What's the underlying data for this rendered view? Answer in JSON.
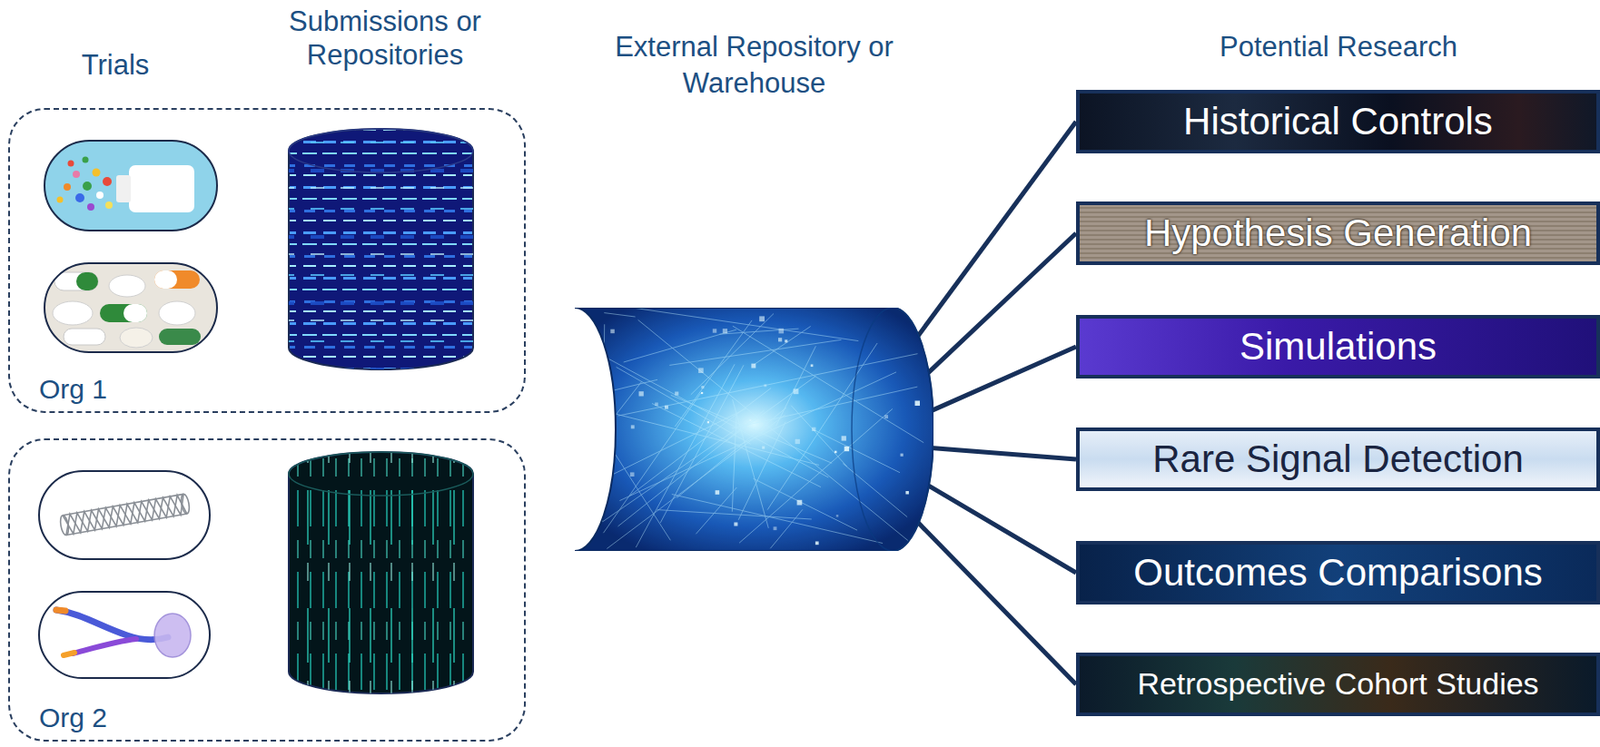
{
  "diagram": {
    "nodes": [
      {
        "text": [
          "Org 1"
        ]
      },
      {
        "text": [
          "Org 2"
        ]
      },
      {
        "text": [
          "External Repository or Warehouse"
        ]
      },
      {
        "text": [
          "Historical Controls"
        ]
      },
      {
        "text": [
          "Hypothesis Generation"
        ]
      },
      {
        "text": [
          "Simulations"
        ]
      },
      {
        "text": [
          "Rare Signal Detection"
        ]
      },
      {
        "text": [
          "Outcomes Comparisons"
        ]
      },
      {
        "text": [
          "Retrospective Cohort Studies"
        ]
      }
    ],
    "edges": [
      {
        "from": 2,
        "to": 3,
        "arrow": "none"
      },
      {
        "from": 2,
        "to": 4,
        "arrow": "none"
      },
      {
        "from": 2,
        "to": 5,
        "arrow": "none"
      },
      {
        "from": 2,
        "to": 6,
        "arrow": "none"
      },
      {
        "from": 2,
        "to": 7,
        "arrow": "none"
      },
      {
        "from": 2,
        "to": 8,
        "arrow": "none"
      }
    ],
    "labels": [
      "Trials",
      "Submissions or Repositories",
      "Potential Research"
    ]
  }
}
